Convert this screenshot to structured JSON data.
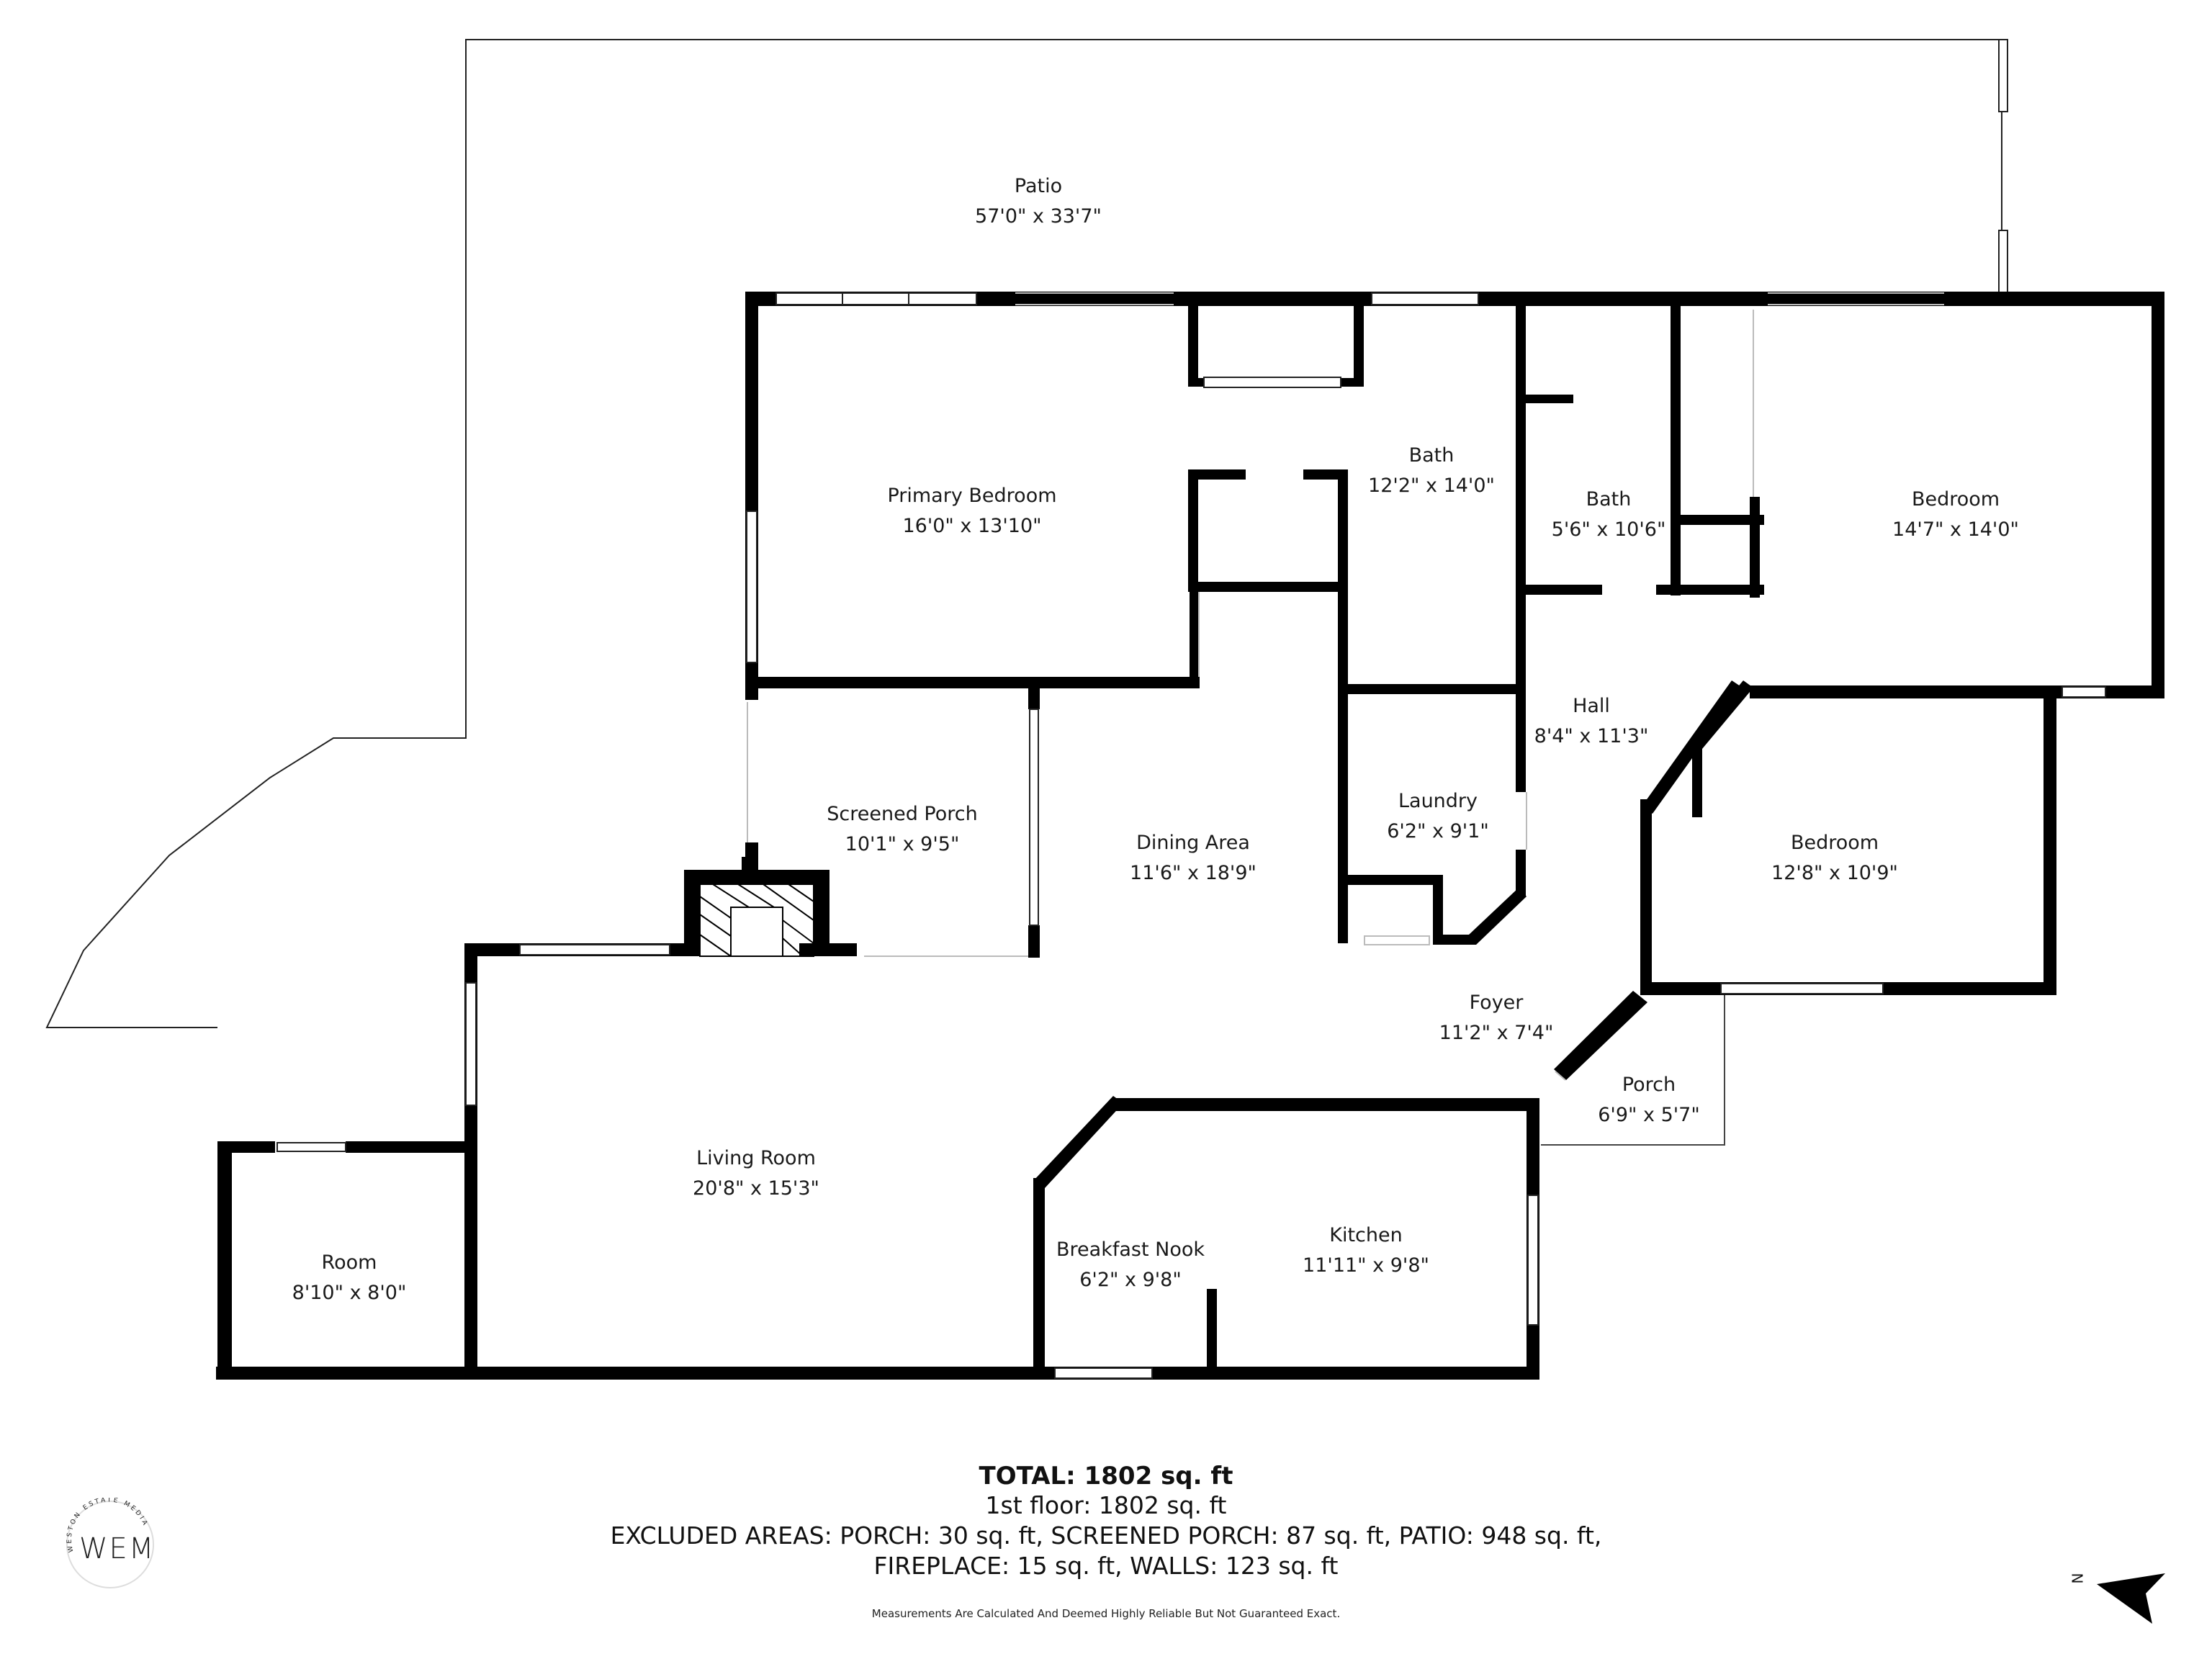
{
  "floorplan": {
    "rooms": [
      {
        "name": "Patio",
        "dims": "57'0\" x 33'7\""
      },
      {
        "name": "Primary Bedroom",
        "dims": "16'0\" x 13'10\""
      },
      {
        "name": "Bath",
        "dims": "12'2\" x 14'0\""
      },
      {
        "name": "Bath",
        "dims": "5'6\" x 10'6\""
      },
      {
        "name": "Bedroom",
        "dims": "14'7\" x 14'0\""
      },
      {
        "name": "Hall",
        "dims": "8'4\" x 11'3\""
      },
      {
        "name": "Screened Porch",
        "dims": "10'1\" x 9'5\""
      },
      {
        "name": "Dining Area",
        "dims": "11'6\" x 18'9\""
      },
      {
        "name": "Laundry",
        "dims": "6'2\" x 9'1\""
      },
      {
        "name": "Bedroom",
        "dims": "12'8\" x 10'9\""
      },
      {
        "name": "Foyer",
        "dims": "11'2\" x 7'4\""
      },
      {
        "name": "Porch",
        "dims": "6'9\" x 5'7\""
      },
      {
        "name": "Living Room",
        "dims": "20'8\" x 15'3\""
      },
      {
        "name": "Room",
        "dims": "8'10\" x 8'0\""
      },
      {
        "name": "Breakfast Nook",
        "dims": "6'2\" x 9'8\""
      },
      {
        "name": "Kitchen",
        "dims": "11'11\" x 9'8\""
      }
    ],
    "wall_color": "#000000",
    "background_color": "#ffffff"
  },
  "summary": {
    "total": "TOTAL: 1802 sq. ft",
    "floor": "1st floor: 1802 sq. ft",
    "excluded_line1": "EXCLUDED AREAS: PORCH: 30 sq. ft, SCREENED PORCH: 87 sq. ft, PATIO: 948 sq. ft,",
    "excluded_line2": "FIREPLACE: 15 sq. ft, WALLS: 123 sq. ft"
  },
  "disclaimer": "Measurements Are Calculated And Deemed Highly Reliable But Not Guaranteed Exact.",
  "logo": {
    "initials": "WEM",
    "arc_text": "WESTON ESTATE MEDIA"
  },
  "compass": {
    "label": "N",
    "icon": "north-arrow-icon"
  }
}
